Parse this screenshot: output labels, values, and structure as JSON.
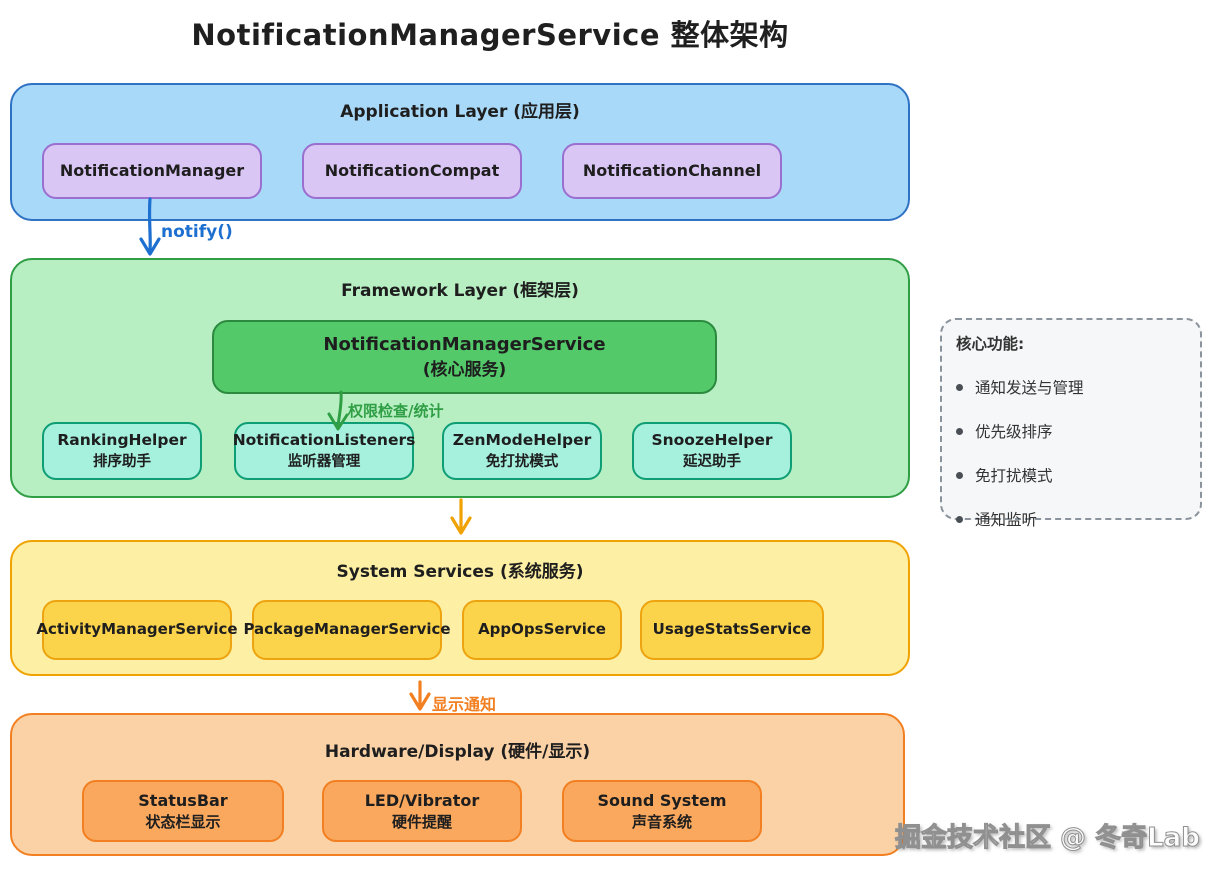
{
  "title": "NotificationManagerService 整体架构",
  "watermark": "掘金技术社区 @ 冬奇Lab",
  "arrows": {
    "notify_label": "notify()",
    "permission_label": "权限检查/统计",
    "display_label": "显示通知"
  },
  "layers": {
    "application": {
      "header": "Application Layer (应用层)",
      "boxes": [
        {
          "label": "NotificationManager"
        },
        {
          "label": "NotificationCompat"
        },
        {
          "label": "NotificationChannel"
        }
      ]
    },
    "framework": {
      "header": "Framework Layer (框架层)",
      "core": {
        "title": "NotificationManagerService",
        "subtitle": "(核心服务)"
      },
      "helpers": [
        {
          "title": "RankingHelper",
          "subtitle": "排序助手"
        },
        {
          "title": "NotificationListeners",
          "subtitle": "监听器管理"
        },
        {
          "title": "ZenModeHelper",
          "subtitle": "免打扰模式"
        },
        {
          "title": "SnoozeHelper",
          "subtitle": "延迟助手"
        }
      ]
    },
    "system_services": {
      "header": "System Services (系统服务)",
      "boxes": [
        {
          "label": "ActivityManagerService"
        },
        {
          "label": "PackageManagerService"
        },
        {
          "label": "AppOpsService"
        },
        {
          "label": "UsageStatsService"
        }
      ]
    },
    "hardware": {
      "header": "Hardware/Display (硬件/显示)",
      "boxes": [
        {
          "title": "StatusBar",
          "subtitle": "状态栏显示"
        },
        {
          "title": "LED/Vibrator",
          "subtitle": "硬件提醒"
        },
        {
          "title": "Sound System",
          "subtitle": "声音系统"
        }
      ]
    }
  },
  "side_panel": {
    "header": "核心功能:",
    "items": [
      "通知发送与管理",
      "优先级排序",
      "免打扰模式",
      "通知监听"
    ]
  },
  "colors": {
    "app_fill": "#a9d9f8",
    "app_border": "#2f72c4",
    "purple_fill": "#dac6f4",
    "purple_border": "#9a6fd0",
    "framework_fill": "#b7efc3",
    "framework_border": "#2f9e44",
    "core_fill": "#53c96a",
    "core_border": "#2b8a3e",
    "helper_fill": "#a5f1de",
    "helper_border": "#0f9d76",
    "system_fill": "#fdf0a4",
    "system_border": "#f0a202",
    "system_box_fill": "#fbd44c",
    "hardware_fill": "#fbd2a6",
    "hardware_border": "#f28022",
    "hardware_box_fill": "#f9a85e",
    "arrow_notify": "#1d6fd0",
    "arrow_permission": "#2f9e44",
    "arrow_to_system": "#f0a202",
    "arrow_to_hardware": "#f28022"
  }
}
